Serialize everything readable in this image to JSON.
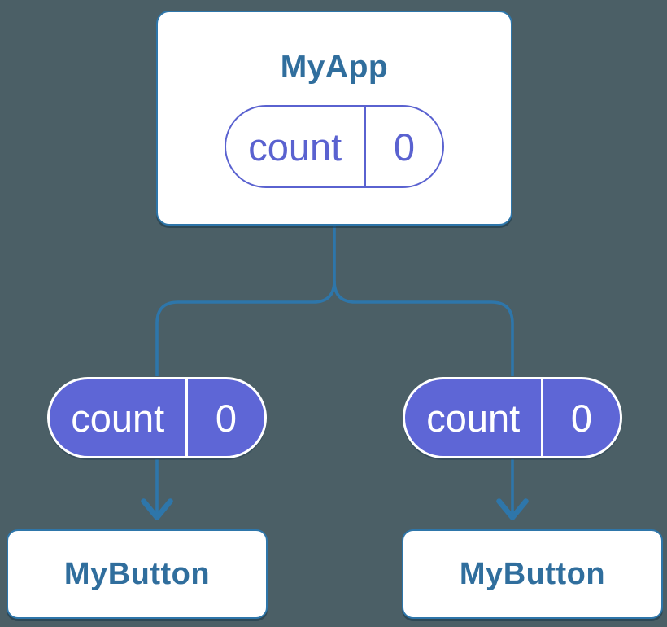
{
  "colors": {
    "background": "#4b5f66",
    "connector_blue": "#2e76aa",
    "component_label_blue": "#306e9d",
    "state_purple_outline": "#5a62d0",
    "state_purple_fill": "#5e66d6",
    "card_background": "#ffffff"
  },
  "diagram": {
    "root": {
      "title": "MyApp",
      "state_pill": {
        "name": "count",
        "value": "0"
      }
    },
    "children": [
      {
        "title": "MyButton",
        "prop_pill": {
          "name": "count",
          "value": "0"
        }
      },
      {
        "title": "MyButton",
        "prop_pill": {
          "name": "count",
          "value": "0"
        }
      }
    ]
  }
}
